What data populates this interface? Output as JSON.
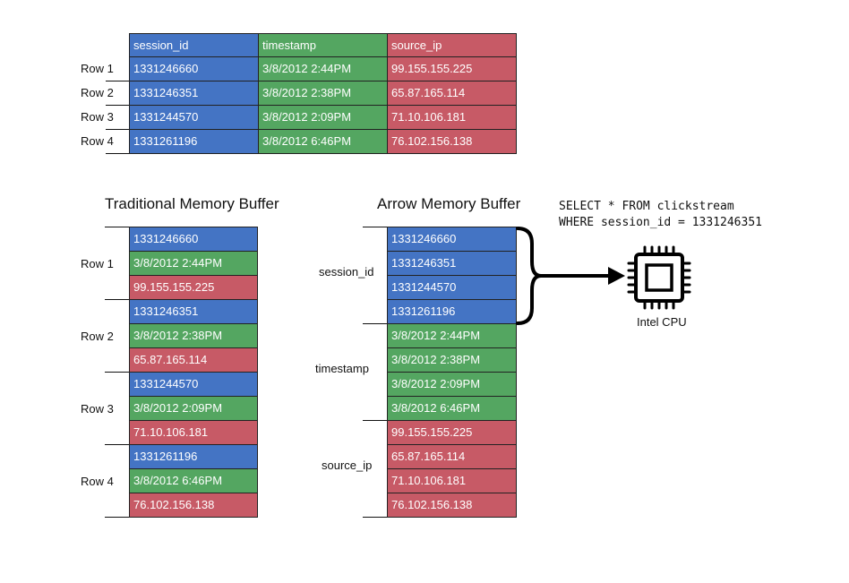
{
  "colors": {
    "session_id": "#4474c4",
    "timestamp": "#54a661",
    "source_ip": "#c75a66"
  },
  "table": {
    "headers": [
      "session_id",
      "timestamp",
      "source_ip"
    ],
    "rows": [
      {
        "label": "Row 1",
        "values": [
          "1331246660",
          "3/8/2012  2:44PM",
          "99.155.155.225"
        ]
      },
      {
        "label": "Row 2",
        "values": [
          "1331246351",
          "3/8/2012  2:38PM",
          "65.87.165.114"
        ]
      },
      {
        "label": "Row 3",
        "values": [
          "1331244570",
          "3/8/2012  2:09PM",
          "71.10.106.181"
        ]
      },
      {
        "label": "Row 4",
        "values": [
          "1331261196",
          "3/8/2012  6:46PM",
          "76.102.156.138"
        ]
      }
    ]
  },
  "traditional": {
    "title": "Traditional Memory Buffer",
    "row_labels": [
      "Row 1",
      "Row 2",
      "Row 3",
      "Row 4"
    ]
  },
  "arrow": {
    "title": "Arrow Memory Buffer",
    "group_labels": [
      "session_id",
      "timestamp",
      "source_ip"
    ]
  },
  "query": {
    "line1": "SELECT * FROM clickstream",
    "line2": "WHERE session_id = 1331246351"
  },
  "cpu": {
    "label": "Intel CPU",
    "icon": "cpu-chip-icon"
  }
}
